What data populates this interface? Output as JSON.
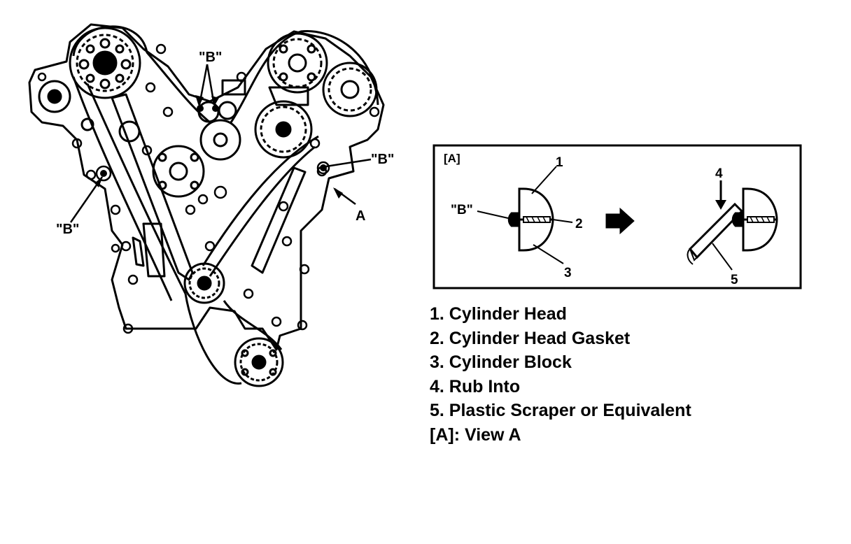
{
  "diagram": {
    "engine_labels": {
      "b_top": "\"B\"",
      "b_left": "\"B\"",
      "b_right": "\"B\"",
      "a": "A"
    },
    "inset": {
      "title": "[A]",
      "b_label": "\"B\"",
      "callouts": [
        "1",
        "2",
        "3",
        "4",
        "5"
      ]
    },
    "legend": [
      "1. Cylinder Head",
      "2. Cylinder Head Gasket",
      "3. Cylinder Block",
      "4. Rub Into",
      "5. Plastic Scraper or Equivalent",
      "[A]: View A"
    ],
    "icons": [
      "arrow-right-icon"
    ]
  }
}
